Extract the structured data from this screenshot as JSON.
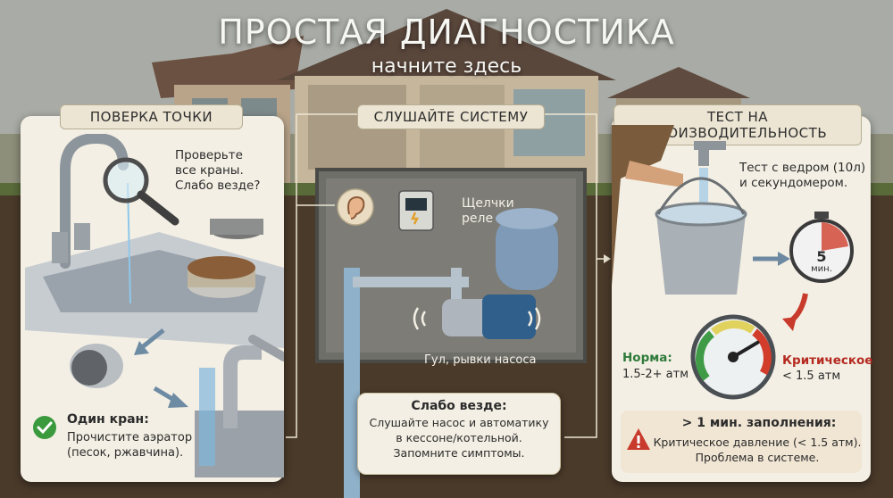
{
  "header": {
    "title": "ПРОСТАЯ ДИАГНОСТИКА",
    "subtitle": "начните здесь"
  },
  "left_panel": {
    "label": "ПОВЕРКА ТОЧКИ",
    "check_text": [
      "Проверьте",
      "все краны.",
      "Слабо везде?"
    ],
    "one_tap_title": "Один кран:",
    "one_tap_text": [
      "Прочистите аэратор",
      "(песок, ржавчина)."
    ],
    "icons": [
      "faucet-icon",
      "magnifier-icon",
      "aerator-icon",
      "check-icon"
    ]
  },
  "middle_panel": {
    "label": "СЛУШАЙТЕ СИСТЕМУ",
    "relay_text": [
      "Щелчки",
      "реле"
    ],
    "pump_text": "Гул, рывки насоса",
    "note_title": "Слабо везде:",
    "note_text": [
      "Слушайте насос и автоматику",
      "в кессоне/котельной.",
      "Запомните симптомы."
    ],
    "icons": [
      "ear-icon",
      "relay-icon",
      "tank-icon",
      "pump-icon"
    ]
  },
  "right_panel": {
    "label": "ТЕСТ НА ПРОИЗВОДИТЕЛЬНОСТЬ",
    "bucket_text": [
      "Тест с ведром (10л)",
      "и секундомером."
    ],
    "timer_value": "5",
    "timer_unit": "мин.",
    "normal_label": "Норма:",
    "normal_value": "1.5-2+ атм",
    "critical_label": "Критическое",
    "critical_value": "< 1.5 атм",
    "warn_title": "> 1 мин. заполнения:",
    "warn_text": [
      "Критическое давление (< 1.5 атм).",
      "Проблема в системе."
    ],
    "gauge_needle_fraction": 0.72,
    "icons": [
      "bucket-icon",
      "stopwatch-icon",
      "gauge-icon",
      "warning-icon"
    ]
  },
  "colors": {
    "panel": "#f3efe4",
    "check": "#3c9a3e",
    "warn": "#c83a2c",
    "critical": "#b52a20",
    "normal": "#2f7a3a"
  }
}
